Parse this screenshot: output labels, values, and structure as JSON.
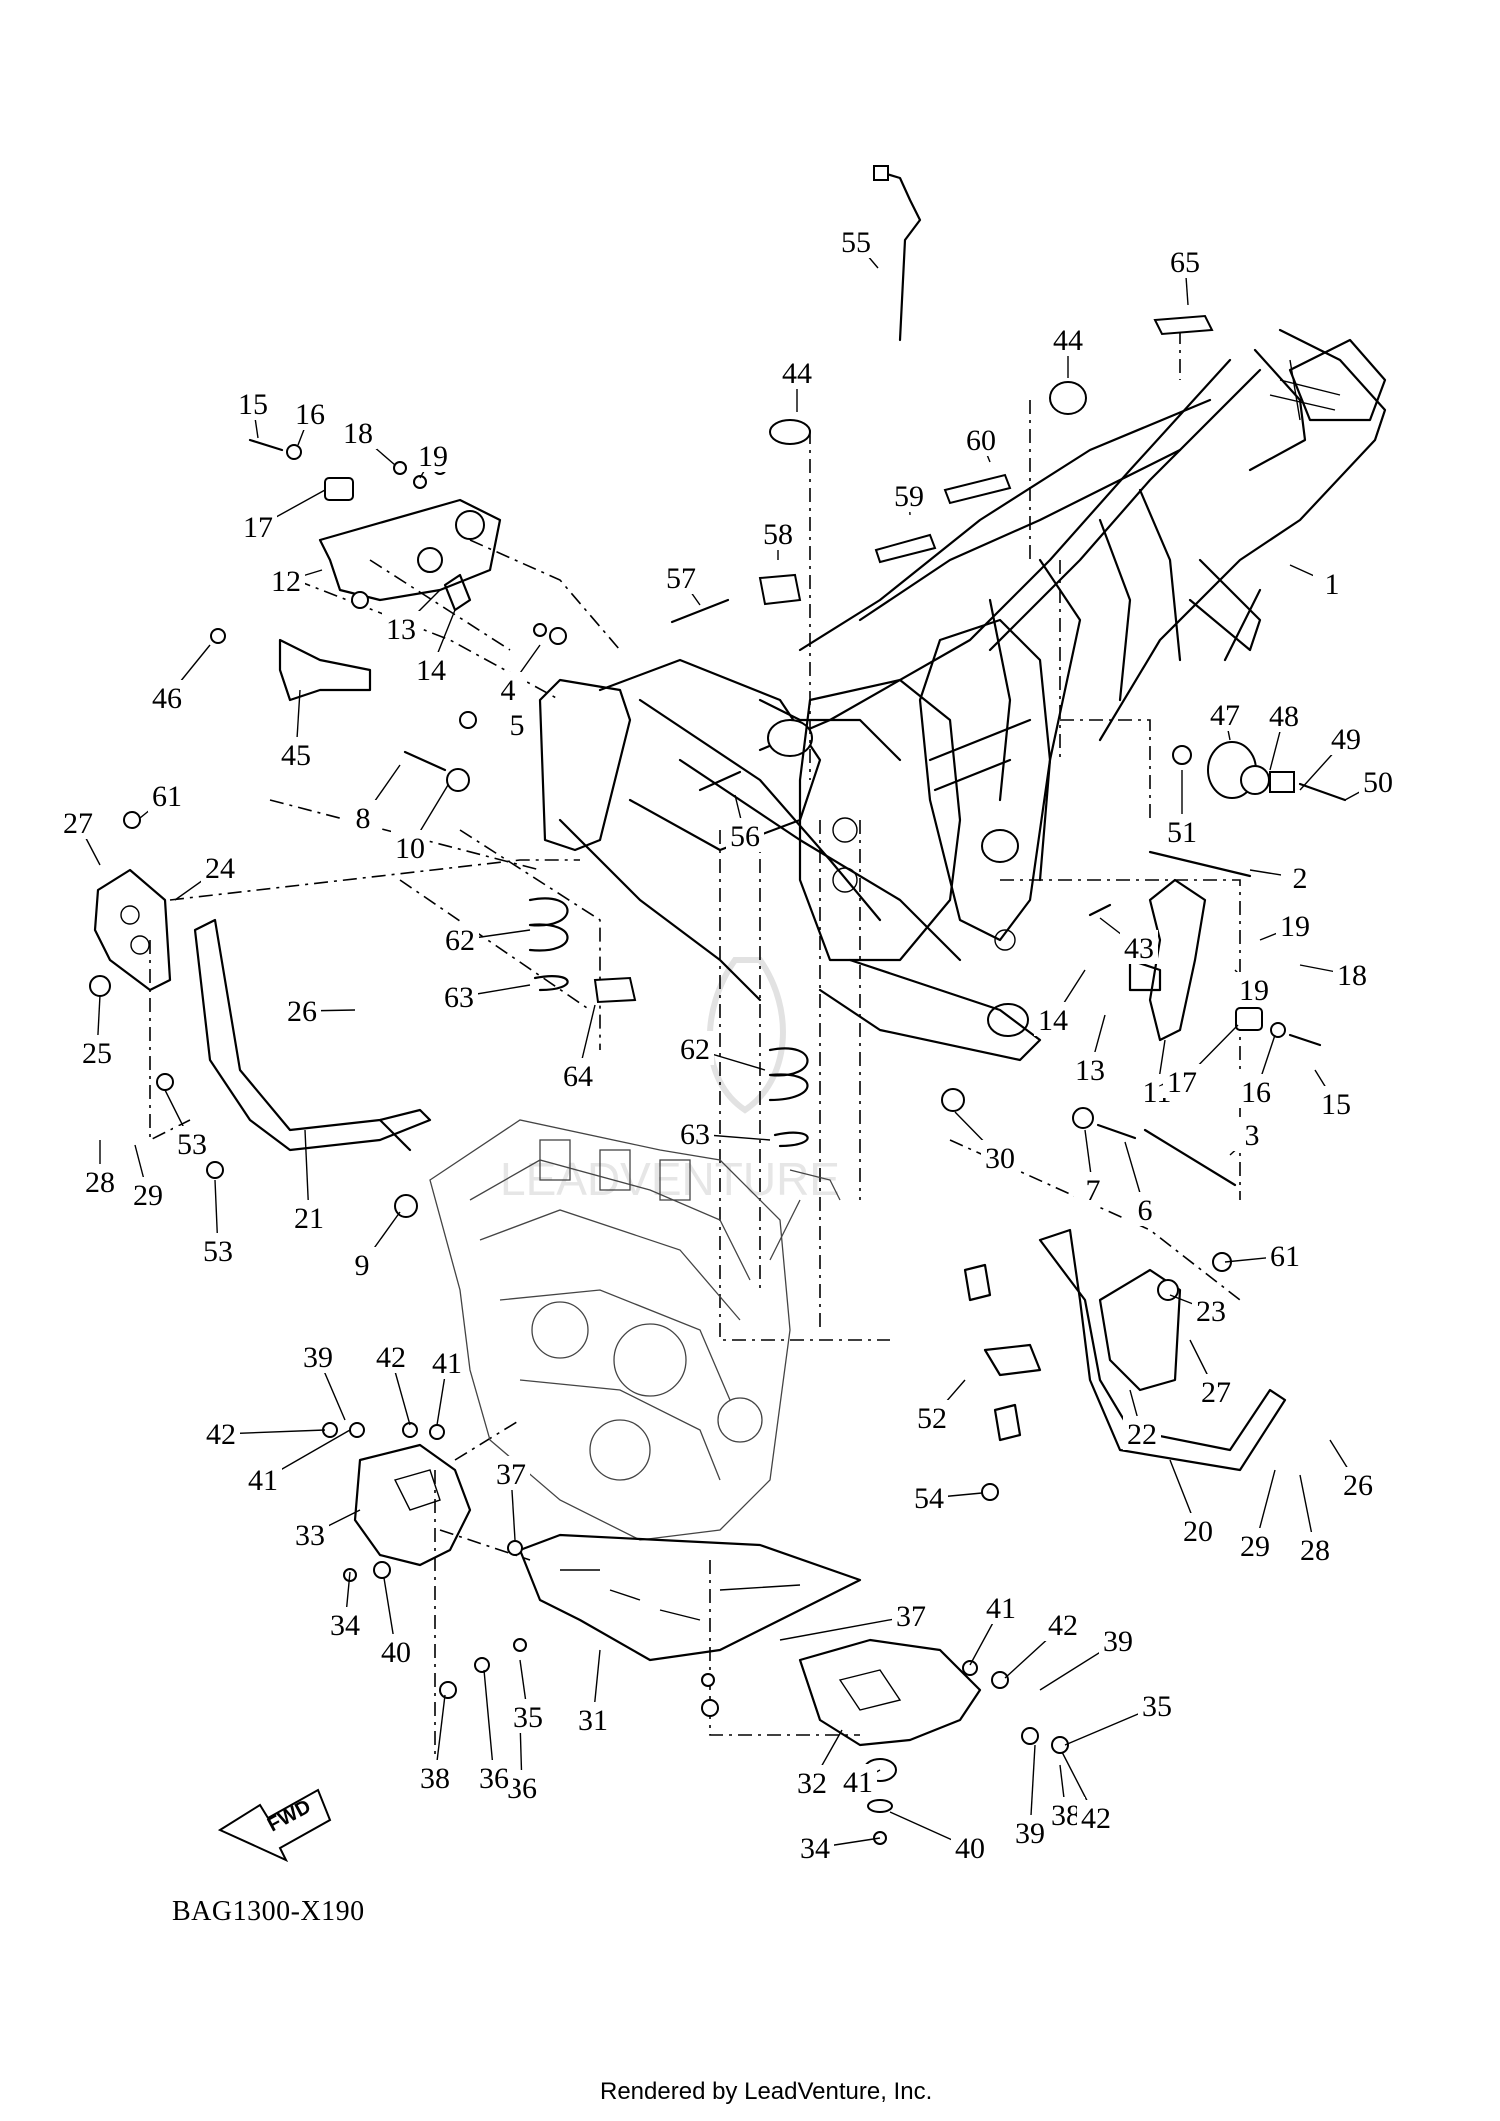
{
  "diagram": {
    "caption": "BAG1300-X190",
    "credit": "Rendered by LeadVenture, Inc.",
    "fwd_label": "FWD",
    "watermark": "LEADVENTURE",
    "callouts": [
      "55",
      "65",
      "44",
      "44",
      "60",
      "59",
      "58",
      "57",
      "1",
      "15",
      "16",
      "18",
      "19",
      "17",
      "12",
      "13",
      "14",
      "46",
      "45",
      "4",
      "5",
      "8",
      "10",
      "56",
      "47",
      "48",
      "49",
      "50",
      "51",
      "2",
      "61",
      "27",
      "24",
      "62",
      "63",
      "25",
      "26",
      "53",
      "28",
      "29",
      "21",
      "53",
      "62",
      "63",
      "64",
      "43",
      "19",
      "18",
      "19",
      "14",
      "13",
      "11",
      "17",
      "16",
      "15",
      "3",
      "30",
      "7",
      "6",
      "9",
      "61",
      "23",
      "27",
      "52",
      "22",
      "26",
      "54",
      "20",
      "29",
      "28",
      "39",
      "42",
      "41",
      "42",
      "41",
      "33",
      "37",
      "34",
      "40",
      "37",
      "41",
      "42",
      "39",
      "31",
      "35",
      "36",
      "38",
      "36",
      "35",
      "32",
      "39",
      "38",
      "41",
      "42",
      "34",
      "40"
    ]
  }
}
